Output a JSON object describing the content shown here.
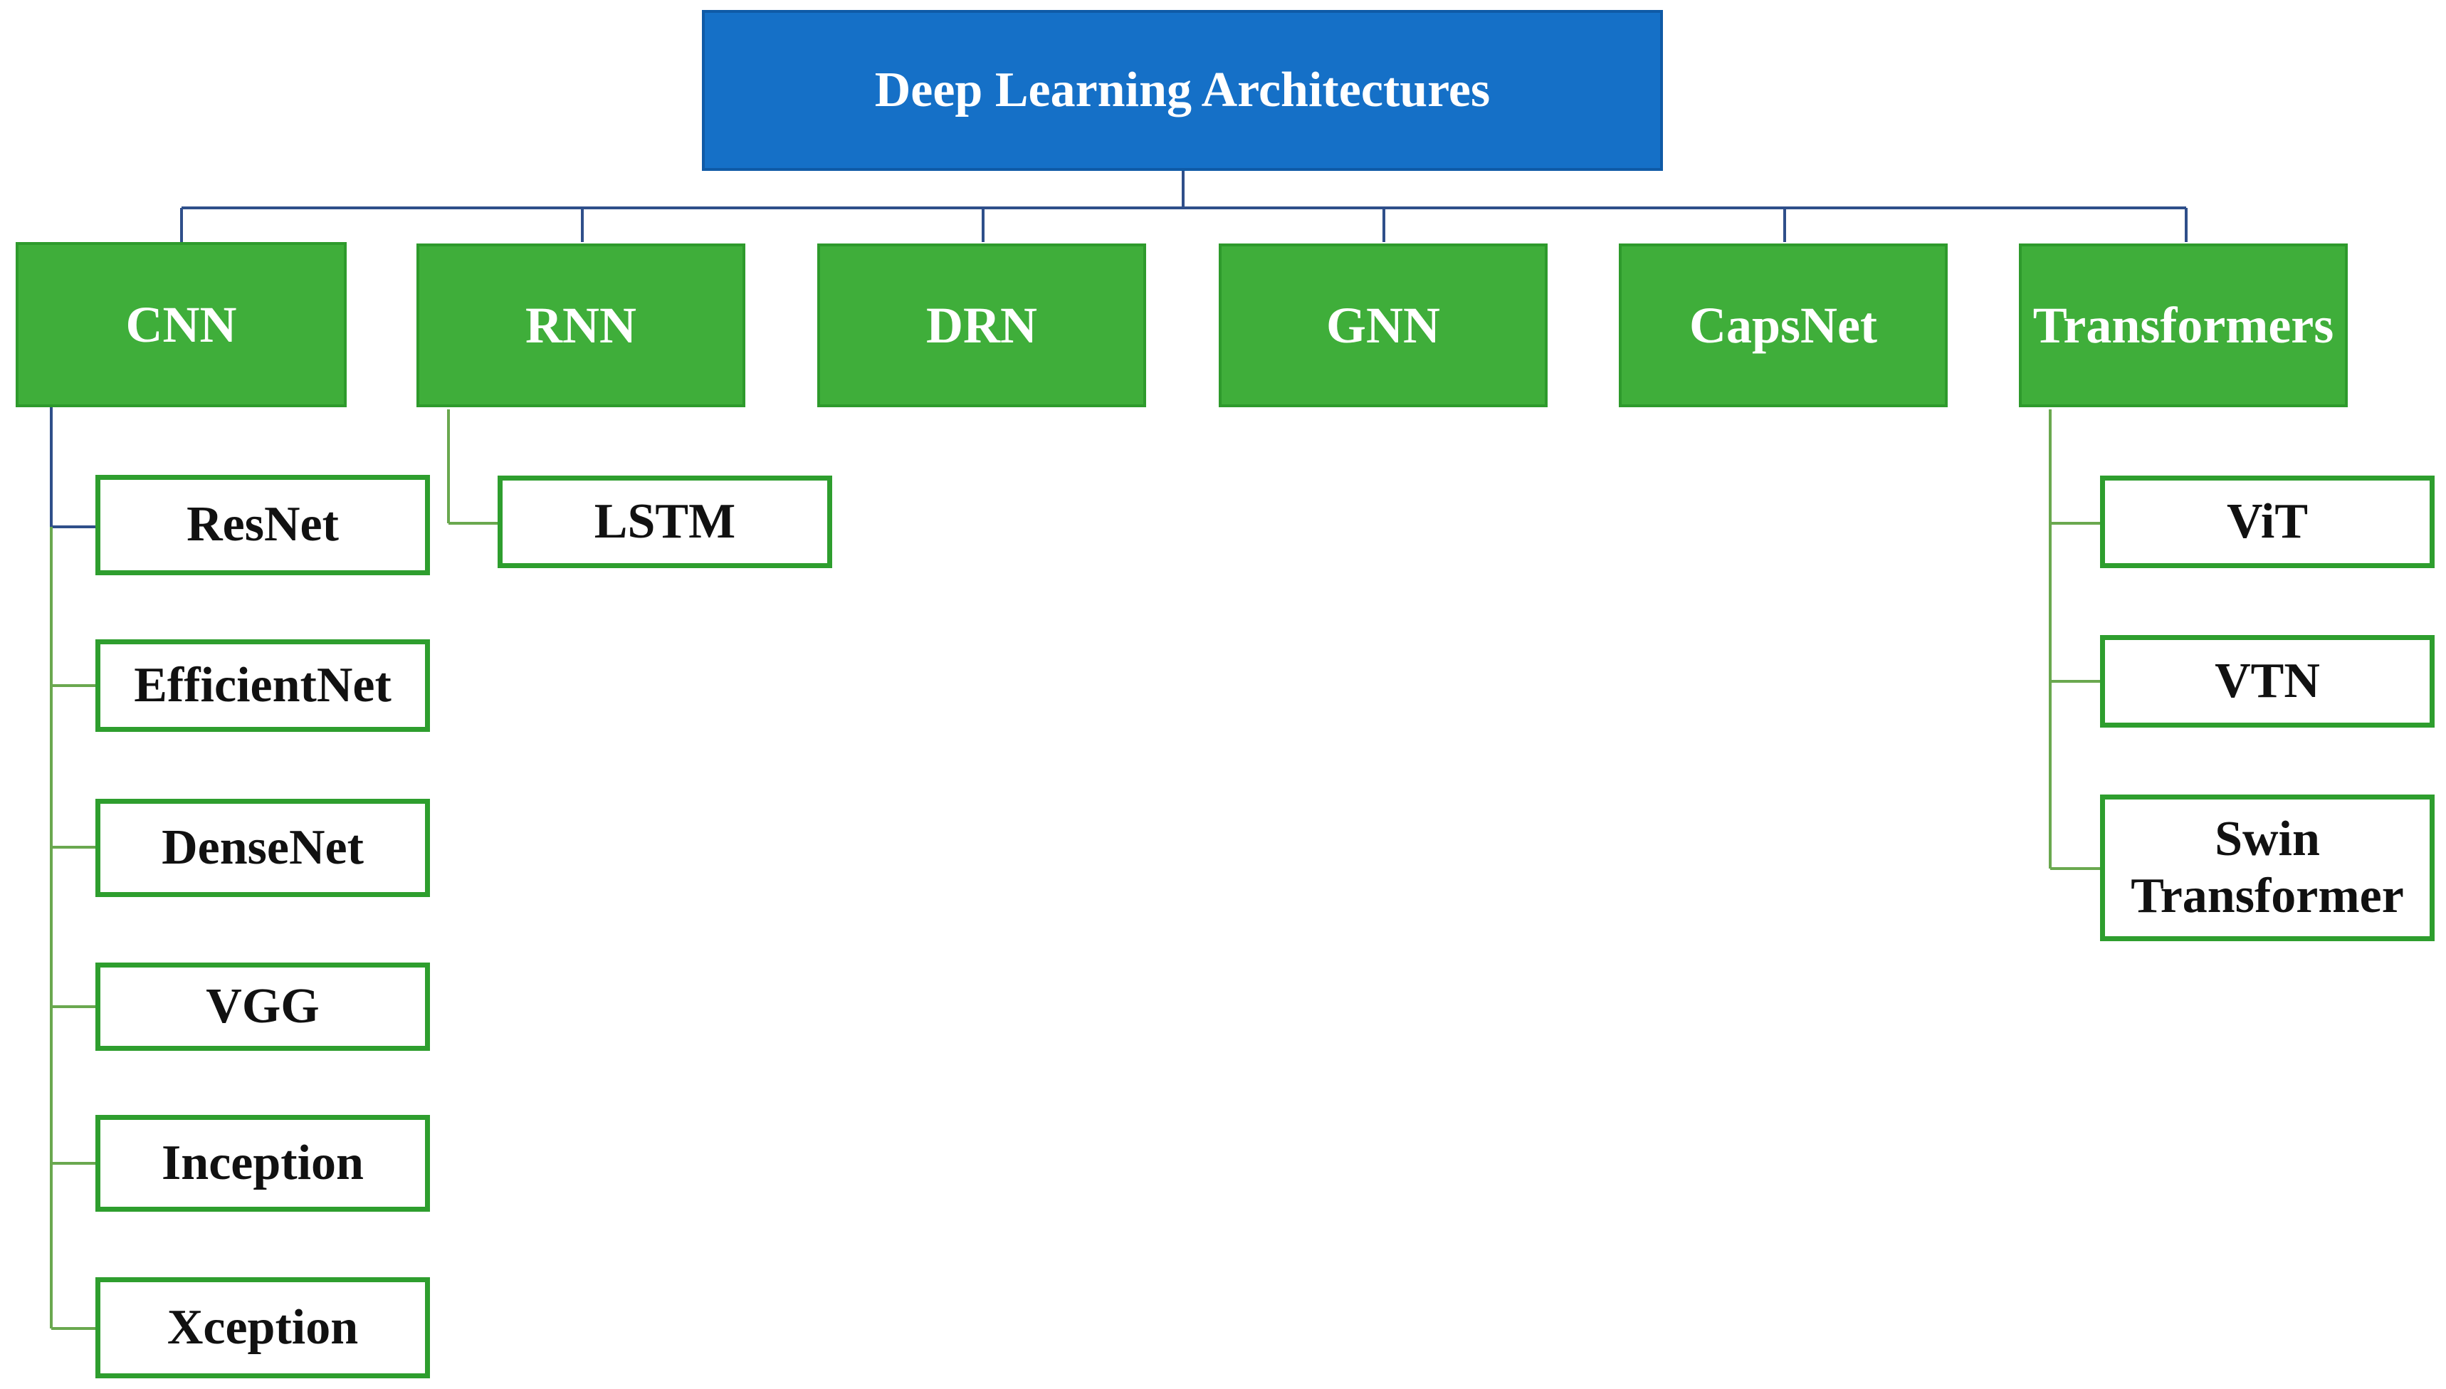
{
  "title": "Deep Learning Architectures",
  "colors": {
    "root_fill": "#1570c7",
    "category_fill": "#3fae3a",
    "leaf_border": "#2e9e2e",
    "blue_connector": "#2f4f8a",
    "green_connector": "#6aa84f"
  },
  "categories": [
    {
      "label": "CNN",
      "children": [
        "ResNet",
        "EfficientNet",
        "DenseNet",
        "VGG",
        "Inception",
        "Xception"
      ]
    },
    {
      "label": "RNN",
      "children": [
        "LSTM"
      ]
    },
    {
      "label": "DRN",
      "children": []
    },
    {
      "label": "GNN",
      "children": []
    },
    {
      "label": "CapsNet",
      "children": []
    },
    {
      "label": "Transformers",
      "children": [
        "ViT",
        "VTN",
        "Swin Transformer"
      ]
    }
  ]
}
